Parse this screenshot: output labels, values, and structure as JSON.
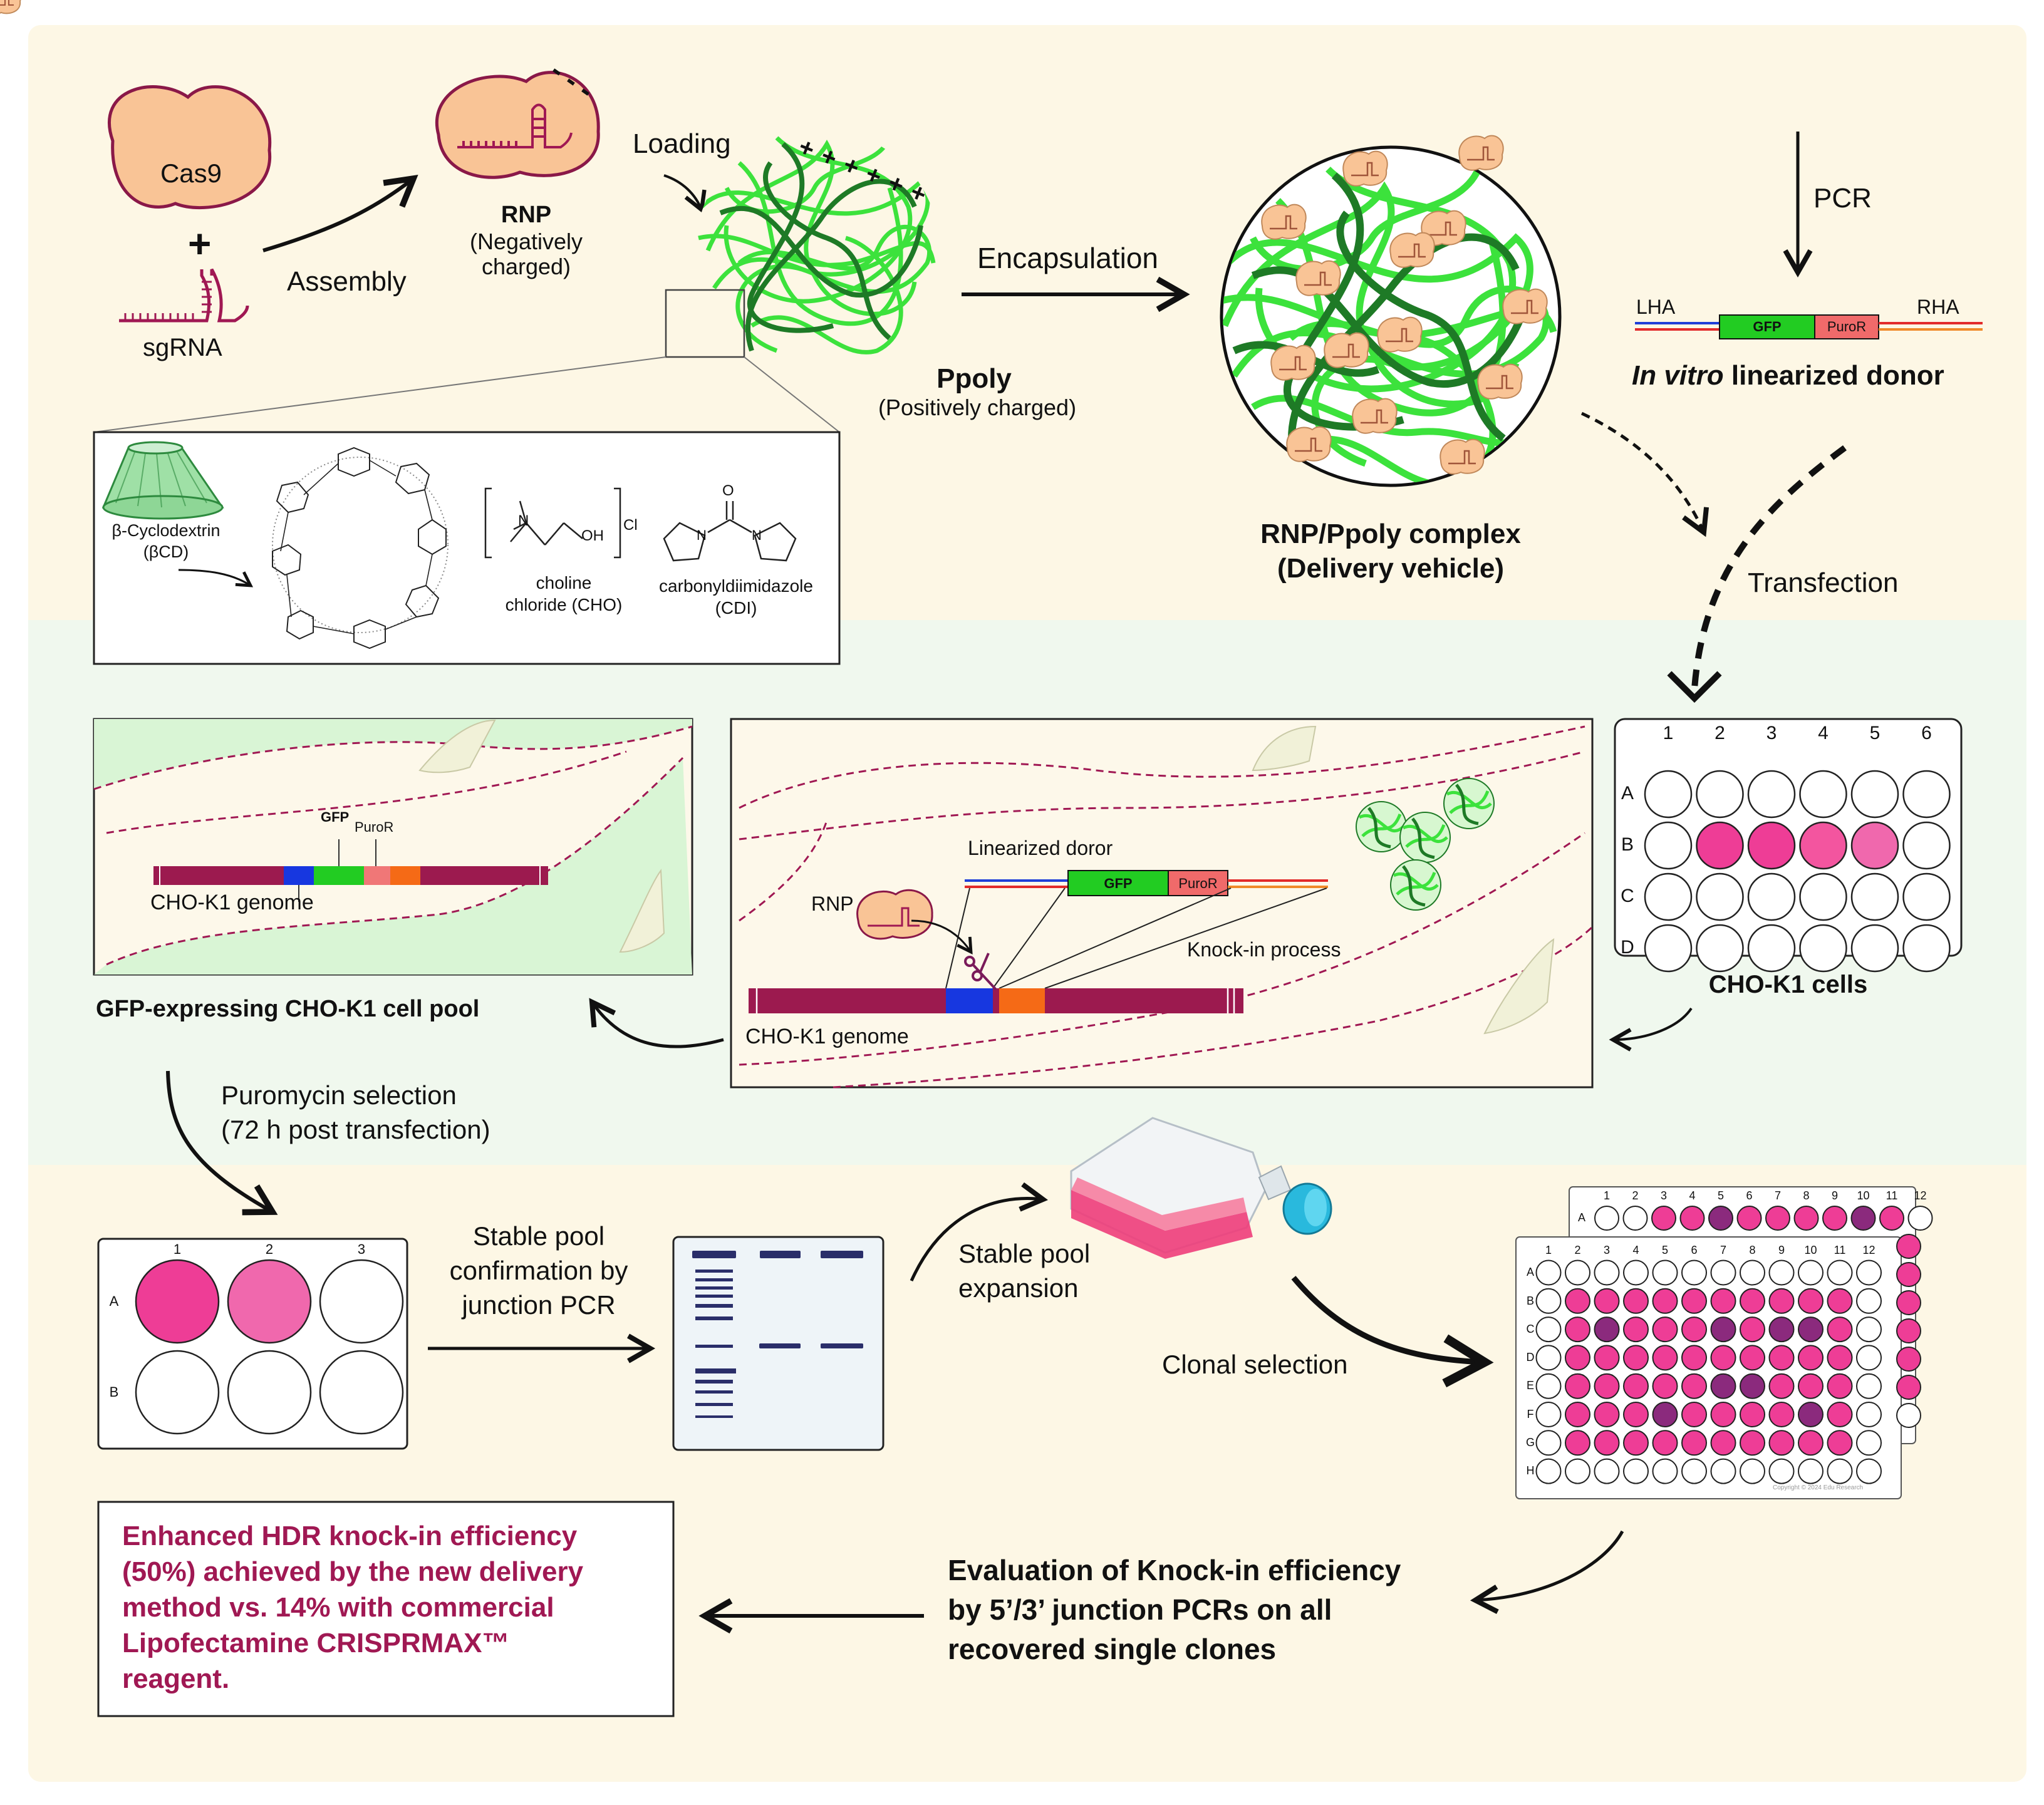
{
  "step1": {
    "cas9": "Cas9",
    "plus": "+",
    "sgrna": "sgRNA",
    "assembly": "Assembly",
    "rnp_title": "RNP",
    "rnp_sub1": "(Negatively",
    "rnp_sub2": "charged)",
    "neg_charges": "- - -",
    "loading": "Loading",
    "pos_charges": "+ + + + + +",
    "ppoly_title": "Ppoly",
    "ppoly_sub": "(Positively charged)",
    "encapsulation": "Encapsulation",
    "complex_title1": "RNP/Ppoly complex",
    "complex_title2": "(Delivery vehicle)",
    "pcr": "PCR",
    "lha": "LHA",
    "rha": "RHA",
    "gfp": "GFP",
    "puror": "PuroR",
    "donor_italic": "In vitro",
    "donor_rest": " linearized donor",
    "transfection": "Transfection"
  },
  "chem": {
    "bcd_name": "β-Cyclodextrin",
    "bcd_abbr": "(βCD)",
    "cho_name": "choline",
    "cho_abbr": "chloride (CHO)",
    "cdi_name": "carbonyldiimidazole",
    "cdi_abbr": "(CDI)",
    "cl": "Cl",
    "oh": "OH",
    "n": "N",
    "o": "O"
  },
  "step2": {
    "pool_gfp": "GFP",
    "pool_puror": "PuroR",
    "pool_genome": "CHO-K1 genome",
    "pool_title": "GFP-expressing CHO-K1 cell pool",
    "donor_label": "Linearized doror",
    "gfp": "GFP",
    "puror": "PuroR",
    "rnp": "RNP",
    "knockin": "Knock-in process",
    "genome": "CHO-K1 genome",
    "cells_title": "CHO-K1 cells",
    "plate_cols": [
      "1",
      "2",
      "3",
      "4",
      "5",
      "6"
    ],
    "plate_rows": [
      "A",
      "B",
      "C",
      "D"
    ],
    "plate_fills": [
      [
        "#ffffff",
        "#ffffff",
        "#ffffff",
        "#ffffff",
        "#ffffff",
        "#ffffff"
      ],
      [
        "#ffffff",
        "#ee3d96",
        "#ee3d96",
        "#f3559f",
        "#f068ad",
        "#ffffff"
      ],
      [
        "#ffffff",
        "#ffffff",
        "#ffffff",
        "#ffffff",
        "#ffffff",
        "#ffffff"
      ],
      [
        "#ffffff",
        "#ffffff",
        "#ffffff",
        "#ffffff",
        "#ffffff",
        "#ffffff"
      ]
    ]
  },
  "step3": {
    "puro1": "Puromycin selection",
    "puro2": "(72 h post transfection)",
    "plate6_cols": [
      "1",
      "2",
      "3"
    ],
    "plate6_rows": [
      "A",
      "B"
    ],
    "plate6_fills": [
      [
        "#ee3d96",
        "#f068ad",
        "#ffffff"
      ],
      [
        "#ffffff",
        "#ffffff",
        "#ffffff"
      ]
    ],
    "stable1": "Stable pool",
    "stable2": "confirmation by",
    "stable3": "junction PCR",
    "expansion1": "Stable pool",
    "expansion2": "expansion",
    "clonal": "Clonal selection",
    "p96_cols": [
      "1",
      "2",
      "3",
      "4",
      "5",
      "6",
      "7",
      "8",
      "9",
      "10",
      "11",
      "12"
    ],
    "p96_rows": [
      "A",
      "B",
      "C",
      "D",
      "E",
      "F",
      "G",
      "H"
    ],
    "p96_back_row": "A",
    "copyright": "Copyright © 2024 Edu Research",
    "eval1": "Evaluation of Knock-in efficiency",
    "eval2": "by 5’/3’ junction PCRs on all",
    "eval3": "recovered single clones",
    "result1": "Enhanced HDR knock-in efficiency",
    "result2": "(50%) achieved by the new delivery",
    "result3": "method vs. 14% with commercial",
    "result4": "Lipofectamine CRISPRMAX™",
    "result5": "reagent."
  },
  "colors": {
    "bg_top": "#fdf8e8",
    "bg_mid": "#f1f8ee",
    "bg_bot": "#fdf8e8",
    "protein": "#f9c496",
    "maroon": "#a01853",
    "green_light": "#3ce23c",
    "green_dark": "#1e7a26",
    "pink": "#ee3d96",
    "purple": "#8b2a7d",
    "result_text": "#a01853"
  }
}
